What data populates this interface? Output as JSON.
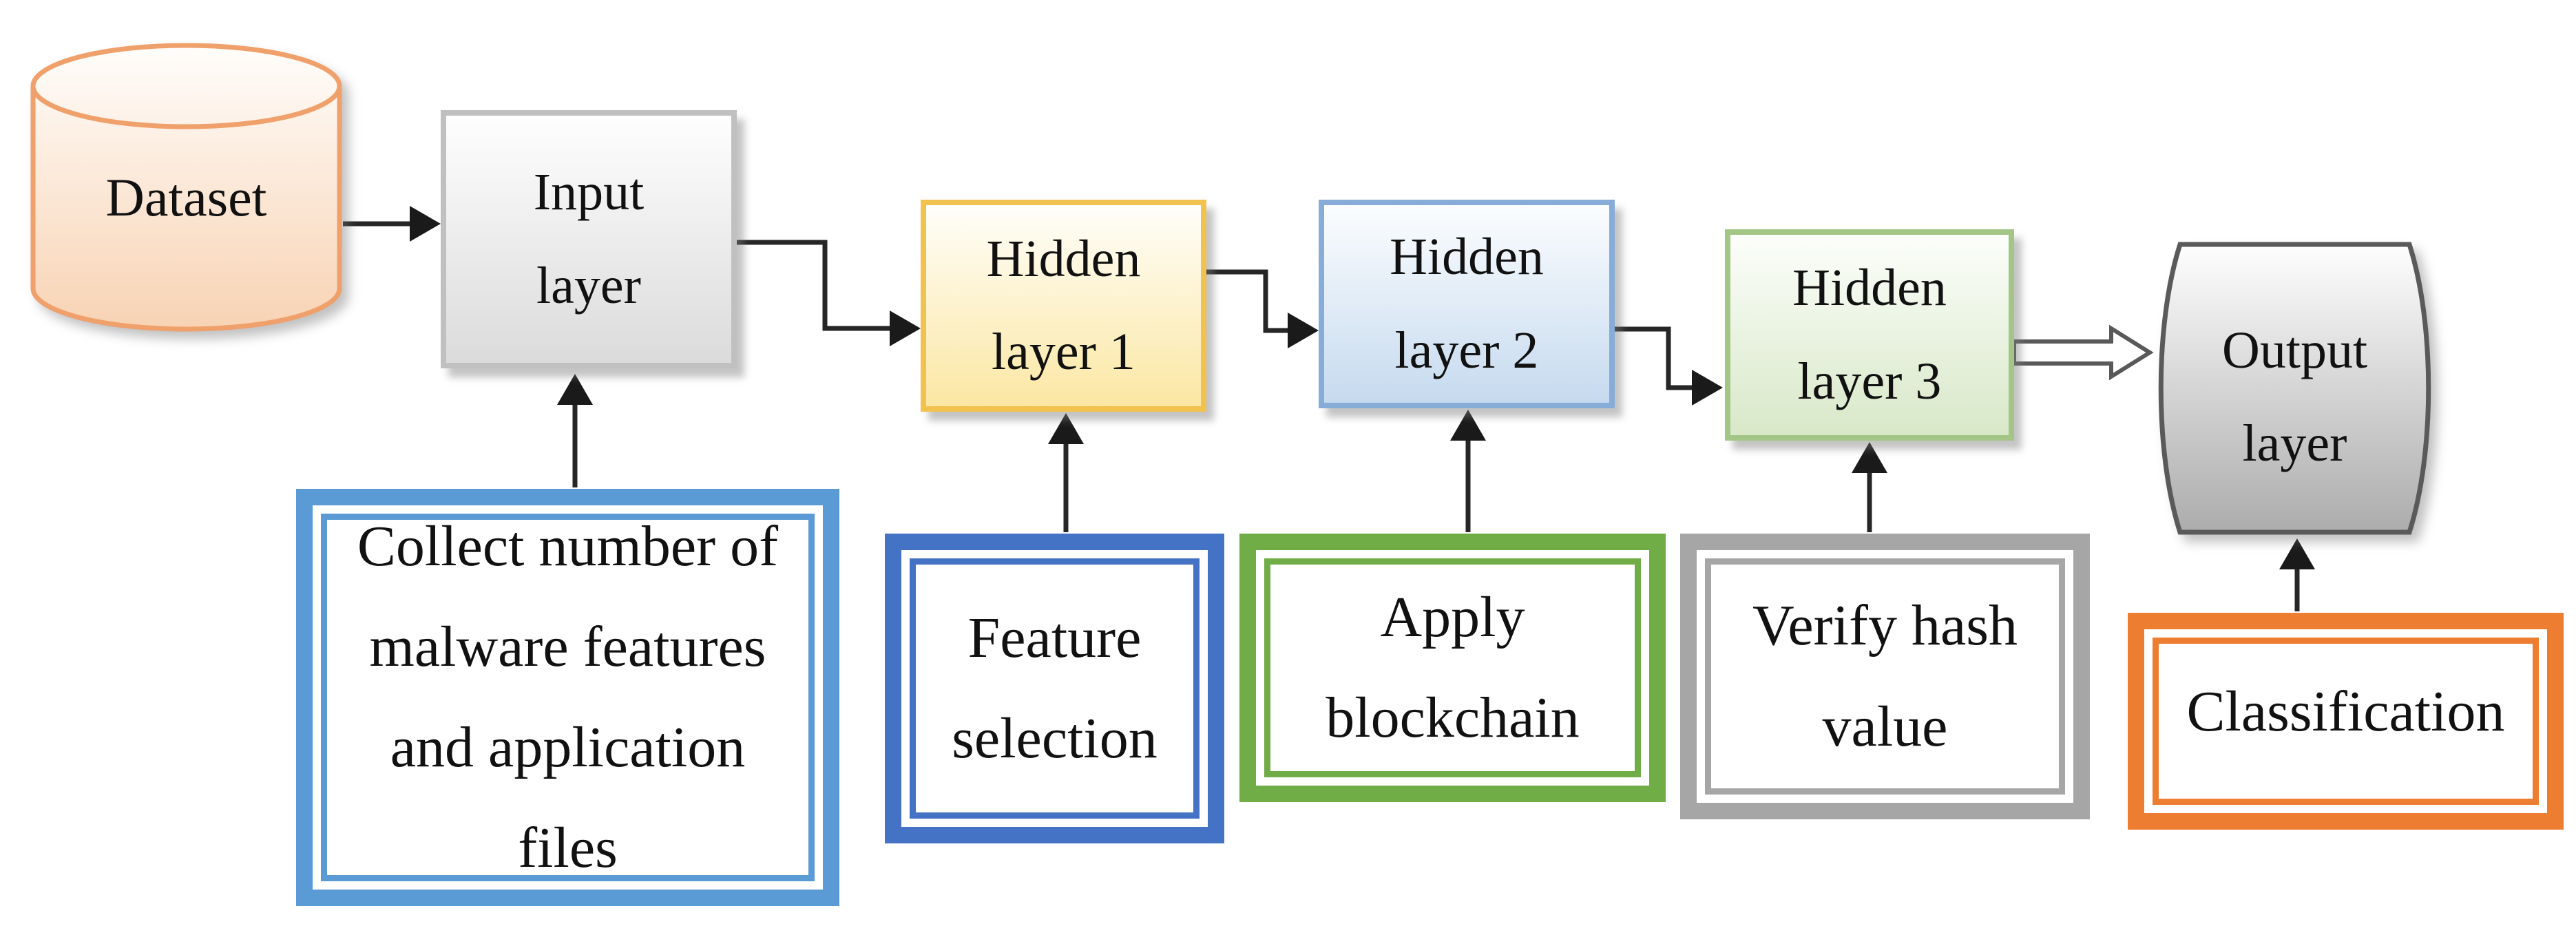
{
  "diagram": {
    "background_color": "#ffffff",
    "text_color": "#111111",
    "arrow_color": "#262626",
    "nodes": {
      "dataset": {
        "label": "Dataset",
        "shape": "cylinder",
        "border_color": "#EFA06B",
        "fill_top": "#FFFDFB",
        "fill_bottom": "#F8D3B4"
      },
      "input_layer": {
        "label": "Input\nlayer",
        "shape": "box",
        "border_color": "#C0C0C0",
        "fill_top": "#FEFEFE",
        "fill_bottom": "#DBDBDB"
      },
      "hidden_layer_1": {
        "label": "Hidden\nlayer 1",
        "shape": "box",
        "border_color": "#F2C24E",
        "fill_top": "#FFFEFA",
        "fill_bottom": "#FBE7A3"
      },
      "hidden_layer_2": {
        "label": "Hidden\nlayer 2",
        "shape": "box",
        "border_color": "#86ACD7",
        "fill_top": "#FBFDFE",
        "fill_bottom": "#C6DAEF"
      },
      "hidden_layer_3": {
        "label": "Hidden\nlayer 3",
        "shape": "box",
        "border_color": "#A3C585",
        "fill_top": "#FCFEFB",
        "fill_bottom": "#D8E8C8"
      },
      "output_layer": {
        "label": "Output\nlayer",
        "shape": "barrel",
        "border_color": "#5A5A5A",
        "fill_top": "#FEFEFE",
        "fill_bottom": "#ACACAC"
      },
      "collect_files": {
        "label": "Collect number of\nmalware features\nand application\nfiles",
        "shape": "double-border-box",
        "border_color": "#5B9BD5",
        "fill": "#FFFFFF"
      },
      "feature_selection": {
        "label": "Feature\nselection",
        "shape": "double-border-box",
        "border_color": "#4472C4",
        "fill": "#FFFFFF"
      },
      "apply_blockchain": {
        "label": "Apply\nblockchain",
        "shape": "double-border-box",
        "border_color": "#70AD47",
        "fill": "#FFFFFF"
      },
      "verify_hash": {
        "label": "Verify hash\nvalue",
        "shape": "double-border-box",
        "border_color": "#A6A6A6",
        "fill": "#FFFFFF"
      },
      "classification": {
        "label": "Classification",
        "shape": "double-border-box",
        "border_color": "#ED7D31",
        "fill": "#FFFFFF"
      }
    },
    "edges": [
      {
        "from": "dataset",
        "to": "input_layer",
        "type": "straight-arrow"
      },
      {
        "from": "input_layer",
        "to": "hidden_layer_1",
        "type": "elbow-arrow"
      },
      {
        "from": "hidden_layer_1",
        "to": "hidden_layer_2",
        "type": "elbow-arrow"
      },
      {
        "from": "hidden_layer_2",
        "to": "hidden_layer_3",
        "type": "elbow-arrow"
      },
      {
        "from": "hidden_layer_3",
        "to": "output_layer",
        "type": "hollow-block-arrow"
      },
      {
        "from": "collect_files",
        "to": "input_layer",
        "type": "up-arrow"
      },
      {
        "from": "feature_selection",
        "to": "hidden_layer_1",
        "type": "up-arrow"
      },
      {
        "from": "apply_blockchain",
        "to": "hidden_layer_2",
        "type": "up-arrow"
      },
      {
        "from": "verify_hash",
        "to": "hidden_layer_3",
        "type": "up-arrow"
      },
      {
        "from": "classification",
        "to": "output_layer",
        "type": "up-arrow"
      }
    ]
  }
}
